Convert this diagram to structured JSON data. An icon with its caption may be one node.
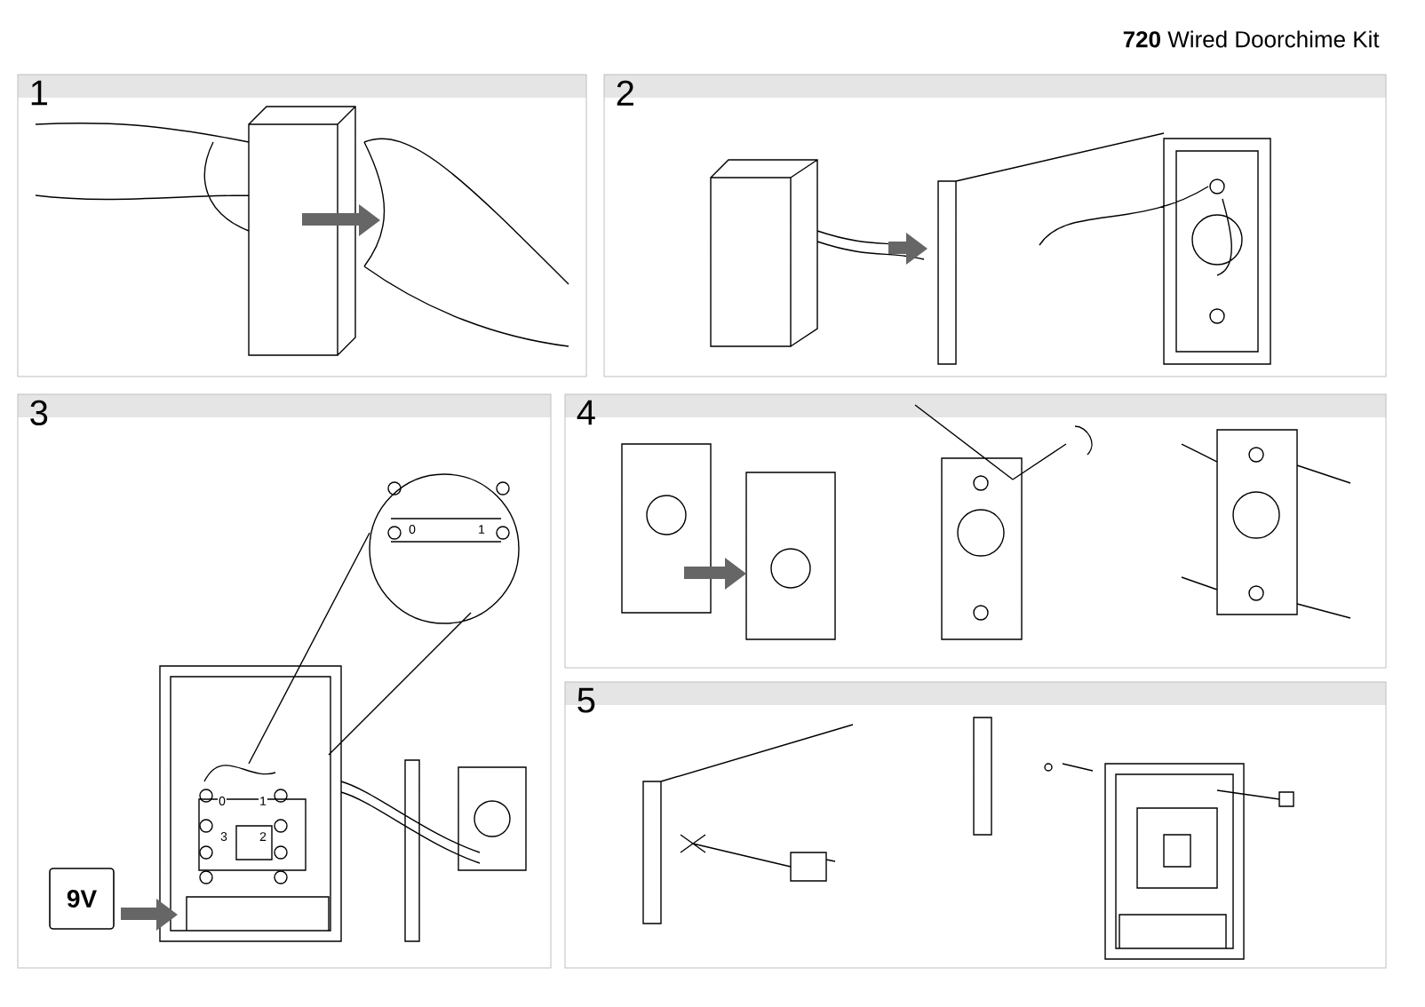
{
  "diagram": {
    "title": "**720** Wired Doorchime Kit",
    "nodes": [
      {
        "text": [
          "1"
        ]
      },
      {
        "text": [
          "2"
        ]
      },
      {
        "text": [
          "3"
        ]
      },
      {
        "text": [
          "4"
        ]
      },
      {
        "text": [
          "5"
        ]
      },
      {
        "text": [
          "9V"
        ],
        "in": 2
      }
    ],
    "labels": [
      "0",
      "1",
      "0",
      "1",
      "3",
      "2"
    ]
  }
}
